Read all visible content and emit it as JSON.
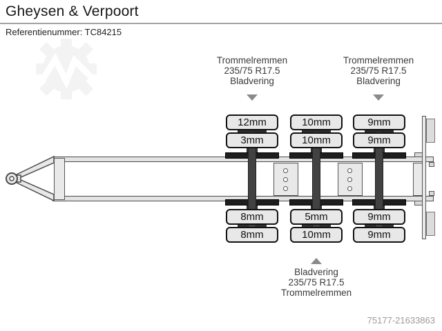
{
  "header": {
    "title": "Gheysen & Verpoort",
    "reference": "Referentienummer: TC84215"
  },
  "annotations": {
    "axle1_top": {
      "line1": "Trommelremmen",
      "line2": "235/75 R17.5",
      "line3": "Bladvering"
    },
    "axle3_top": {
      "line1": "Trommelremmen",
      "line2": "235/75 R17.5",
      "line3": "Bladvering"
    },
    "axle2_bottom": {
      "line1": "Bladvering",
      "line2": "235/75 R17.5",
      "line3": "Trommelremmen"
    }
  },
  "axles": [
    {
      "name": "axle-1",
      "top_outer": "12mm",
      "top_inner": "3mm",
      "bottom_inner": "8mm",
      "bottom_outer": "8mm"
    },
    {
      "name": "axle-2",
      "top_outer": "10mm",
      "top_inner": "10mm",
      "bottom_inner": "5mm",
      "bottom_outer": "10mm"
    },
    {
      "name": "axle-3",
      "top_outer": "9mm",
      "top_inner": "9mm",
      "bottom_inner": "9mm",
      "bottom_outer": "9mm"
    }
  ],
  "footer": {
    "listing_id": "75177-21633863"
  },
  "colors": {
    "frame_fill": "#e3e3e3",
    "frame_outline": "#4a4a4a",
    "axle": "#424242",
    "spring": "#1e1e1e",
    "tire_fill": "#e8e8e8",
    "tire_outline": "#111111",
    "annotation_text": "#3a3a3a",
    "arrow": "#8a8a8a",
    "watermark": "#f3f3f3",
    "footer_text": "#9a9a9a"
  }
}
